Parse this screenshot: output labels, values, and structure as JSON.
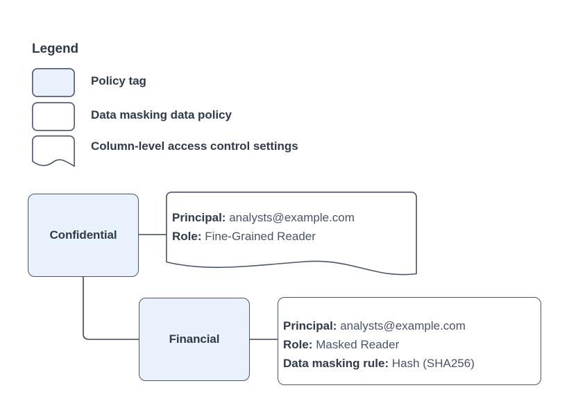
{
  "legend": {
    "title": "Legend",
    "items": [
      {
        "shape": "rounded-filled",
        "label": "Policy tag"
      },
      {
        "shape": "rounded-plain",
        "label": "Data masking data policy"
      },
      {
        "shape": "document-wave",
        "label": "Column-level access control settings"
      }
    ]
  },
  "nodes": {
    "confidential": {
      "label": "Confidential"
    },
    "financial": {
      "label": "Financial"
    }
  },
  "column_access_policy": {
    "principal_label": "Principal:",
    "principal_value": " analysts@example.com",
    "role_label": "Role:",
    "role_value": " Fine-Grained Reader"
  },
  "masking_policy": {
    "principal_label": "Principal:",
    "principal_value": " analysts@example.com",
    "role_label": "Role:",
    "role_value": " Masked Reader",
    "rule_label": "Data masking rule:",
    "rule_value": " Hash (SHA256)"
  },
  "colors": {
    "tag_fill": "#e9f1fd",
    "stroke": "#49536b",
    "text": "#2f3a4a",
    "body_text": "#49536b",
    "background": "#ffffff"
  }
}
